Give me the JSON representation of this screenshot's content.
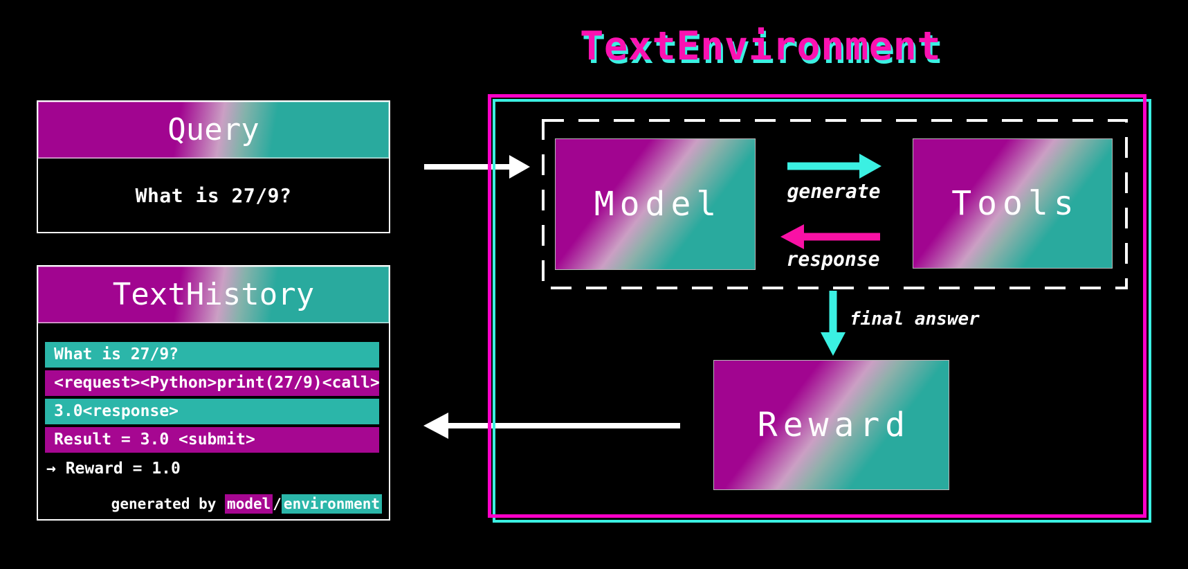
{
  "title": "TextEnvironment",
  "colors": {
    "background": "#000000",
    "white": "#ffffff",
    "title_pink": "#fb12b1",
    "cyan": "#3bf0e2",
    "border_magenta": "#ff00c8",
    "arrow_magenta": "#f911a5",
    "gradient_magenta": "#a10590",
    "gradient_teal": "#29aa9e",
    "gradient_highlight": "#cb9fc4",
    "row_teal": "#2bb6a9",
    "row_magenta": "#a60791"
  },
  "query_box": {
    "title": "Query",
    "content": "What is 27/9?"
  },
  "text_history_box": {
    "title": "TextHistory",
    "rows": [
      {
        "text": "What is 27/9?",
        "by": "environment"
      },
      {
        "text": "<request><Python>print(27/9)<call>",
        "by": "model"
      },
      {
        "text": "3.0<response>",
        "by": "environment"
      },
      {
        "text": "Result = 3.0 <submit>",
        "by": "model"
      }
    ],
    "reward_note": "→ Reward = 1.0",
    "legend": {
      "prefix": "generated by ",
      "model_chip": {
        "label": "model",
        "by": "model"
      },
      "separator": "/",
      "environment_chip": {
        "label": "environment",
        "by": "environment"
      }
    }
  },
  "environment_panel": {
    "model_label": "Model",
    "tools_label": "Tools",
    "reward_label": "Reward",
    "generate_label": "generate",
    "response_label": "response",
    "final_answer_label": "final answer"
  }
}
